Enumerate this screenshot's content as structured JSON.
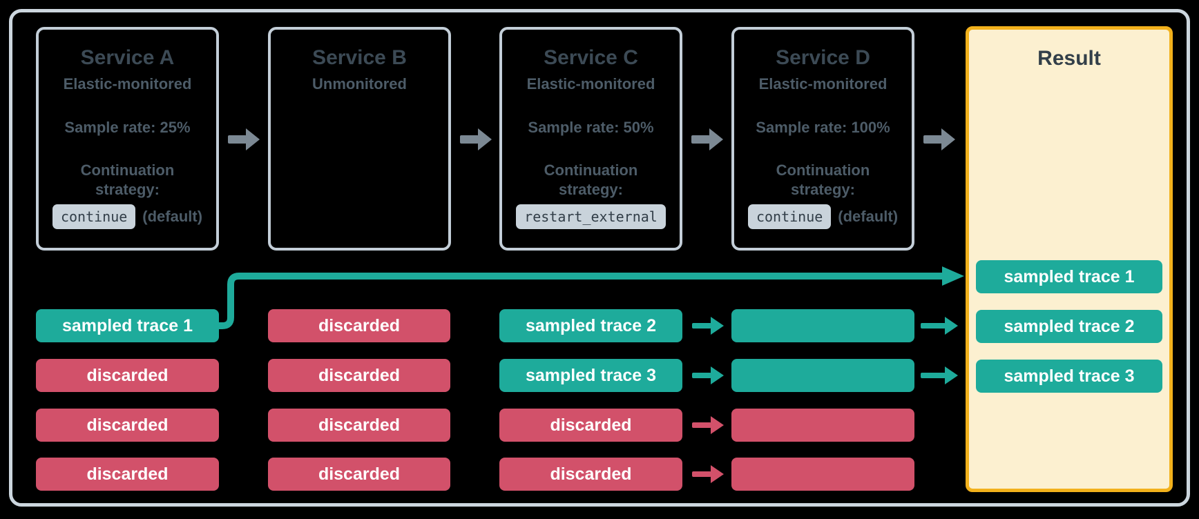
{
  "palette": {
    "background": "#000000",
    "frame_border": "#ccd6de",
    "service_border": "#c3ced8",
    "title_text": "#3c4a55",
    "body_text": "#4d5c68",
    "code_badge_bg": "#c9d3db",
    "code_badge_text": "#323e48",
    "sampled_teal": "#1eab9b",
    "discarded_red": "#d2516a",
    "result_bg": "#fcf0d0",
    "result_border": "#f2b11c",
    "flow_arrow_gray": "#7c8994",
    "badge_text": "#ffffff"
  },
  "services": [
    {
      "title": "Service A",
      "monitoring": "Elastic-monitored",
      "sample_rate": "Sample rate: 25%",
      "strategy_line1": "Continuation",
      "strategy_line2": "strategy:",
      "strategy_code": "continue",
      "strategy_suffix": "(default)"
    },
    {
      "title": "Service B",
      "monitoring": "Unmonitored"
    },
    {
      "title": "Service C",
      "monitoring": "Elastic-monitored",
      "sample_rate": "Sample rate: 50%",
      "strategy_line1": "Continuation",
      "strategy_line2": "strategy:",
      "strategy_code": "restart_external"
    },
    {
      "title": "Service D",
      "monitoring": "Elastic-monitored",
      "sample_rate": "Sample rate: 100%",
      "strategy_line1": "Continuation",
      "strategy_line2": "strategy:",
      "strategy_code": "continue",
      "strategy_suffix": "(default)"
    }
  ],
  "result": {
    "title": "Result",
    "badges": [
      "sampled trace 1",
      "sampled trace 2",
      "sampled trace 3"
    ]
  },
  "rows": {
    "a": [
      {
        "label": "sampled trace 1",
        "kind": "sampled"
      },
      {
        "label": "discarded",
        "kind": "discarded"
      },
      {
        "label": "discarded",
        "kind": "discarded"
      },
      {
        "label": "discarded",
        "kind": "discarded"
      }
    ],
    "b": [
      {
        "label": "discarded",
        "kind": "discarded"
      },
      {
        "label": "discarded",
        "kind": "discarded"
      },
      {
        "label": "discarded",
        "kind": "discarded"
      },
      {
        "label": "discarded",
        "kind": "discarded"
      }
    ],
    "c": [
      {
        "label": "sampled trace 2",
        "kind": "sampled"
      },
      {
        "label": "sampled trace 3",
        "kind": "sampled"
      },
      {
        "label": "discarded",
        "kind": "discarded"
      },
      {
        "label": "discarded",
        "kind": "discarded"
      }
    ],
    "d": [
      {
        "label": "",
        "kind": "sampled"
      },
      {
        "label": "",
        "kind": "sampled"
      },
      {
        "label": "",
        "kind": "discarded"
      },
      {
        "label": "",
        "kind": "discarded"
      }
    ]
  }
}
